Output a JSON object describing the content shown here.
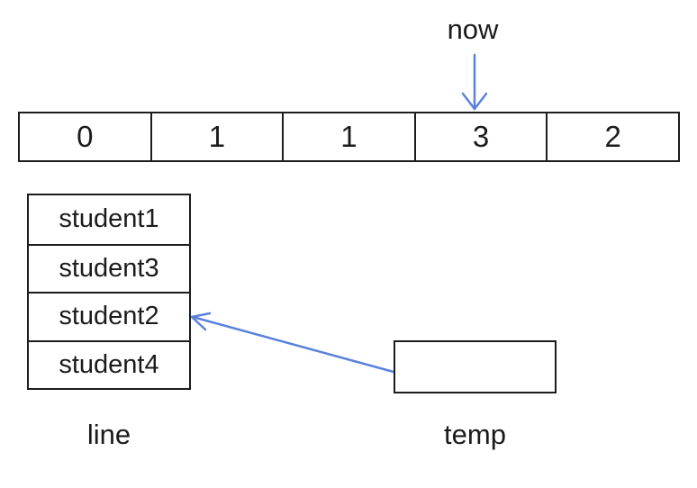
{
  "diagram": {
    "pointer": {
      "label": "now",
      "points_to_cell_index": 3
    },
    "array": {
      "cells": [
        "0",
        "1",
        "1",
        "3",
        "2"
      ]
    },
    "line_list": {
      "label": "line",
      "items": [
        "student1",
        "student3",
        "student2",
        "student4"
      ],
      "arrow_target_item": "student2"
    },
    "temp": {
      "label": "temp",
      "value": ""
    },
    "colors": {
      "arrow": "#5b82db",
      "border": "#1c1c1c",
      "text": "#1b1b1b",
      "background": "#ffffff"
    }
  }
}
